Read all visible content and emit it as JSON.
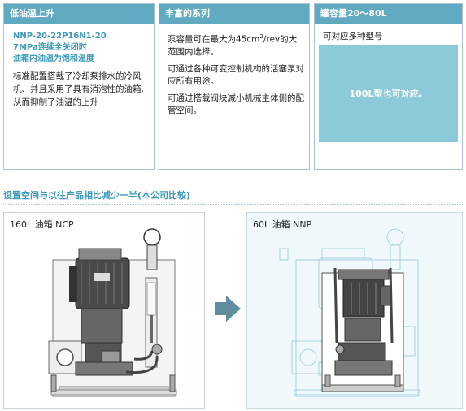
{
  "cards": [
    {
      "title": "低油温上升",
      "model_lines": [
        "NNP-20-22P16N1-20",
        "7MPa连续全关闭时",
        "油箱内油温为饱和温度"
      ],
      "body": "标准配置搭载了冷却泵排水的冷风机、并且采用了具有消泡性的油箱, 从而抑制了油温的上升"
    },
    {
      "title": "丰富的系列",
      "para1_pre": "泵容量可在最大为45cm",
      "para1_sup": "2",
      "para1_post": "/rev的大范围内选择。",
      "para2": "可通过各种可变控制机构的活塞泵对应所有用途。",
      "para3": "可通过搭载阀块减小机械主体侧的配管空间。"
    },
    {
      "title": "罐容量20～80L",
      "subtitle": "可对应多种型号",
      "box_text": "100L型也可对应。"
    }
  ],
  "section_title": "设置空间与以往产品相比减少一半(本公司比较)",
  "panels": [
    {
      "label": "160L 油箱 NCP"
    },
    {
      "label": "60L 油箱 NNP"
    }
  ],
  "colors": {
    "accent": "#5fa9c1",
    "title_text": "#3e9ab8",
    "box": "#8ccad9",
    "arrow": "#5f8d9c"
  },
  "icons": {
    "arrow": "right-arrow-icon"
  }
}
